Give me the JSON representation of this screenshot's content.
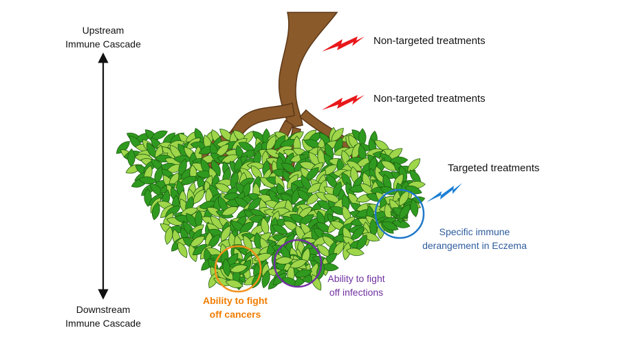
{
  "axis": {
    "top_line1": "Upstream",
    "top_line2": "Immune Cascade",
    "bottom_line1": "Downstream",
    "bottom_line2": "Immune Cascade"
  },
  "treatments": {
    "non_targeted_1": "Non-targeted treatments",
    "non_targeted_2": "Non-targeted treatments",
    "targeted": "Targeted treatments"
  },
  "callouts": {
    "eczema_line1": "Specific immune",
    "eczema_line2": "derangement in Eczema",
    "infections_line1": "Ability to fight",
    "infections_line2": "off infections",
    "cancers_line1": "Ability to fight",
    "cancers_line2": "off cancers"
  },
  "colors": {
    "trunk": "#8a5a2b",
    "trunk_dark": "#5c3716",
    "leaf_dark": "#2f9a1f",
    "leaf_light": "#9fd64a",
    "leaf_outline": "#1f5e12",
    "bolt_red": "#e8181b",
    "bolt_blue": "#1b7fd4",
    "circle_blue": "#1e78c8",
    "circle_purple": "#7030a0",
    "circle_orange": "#f39019",
    "text_blue": "#2e5c9e",
    "text_purple": "#7030a0",
    "text_orange": "#f07d00"
  }
}
